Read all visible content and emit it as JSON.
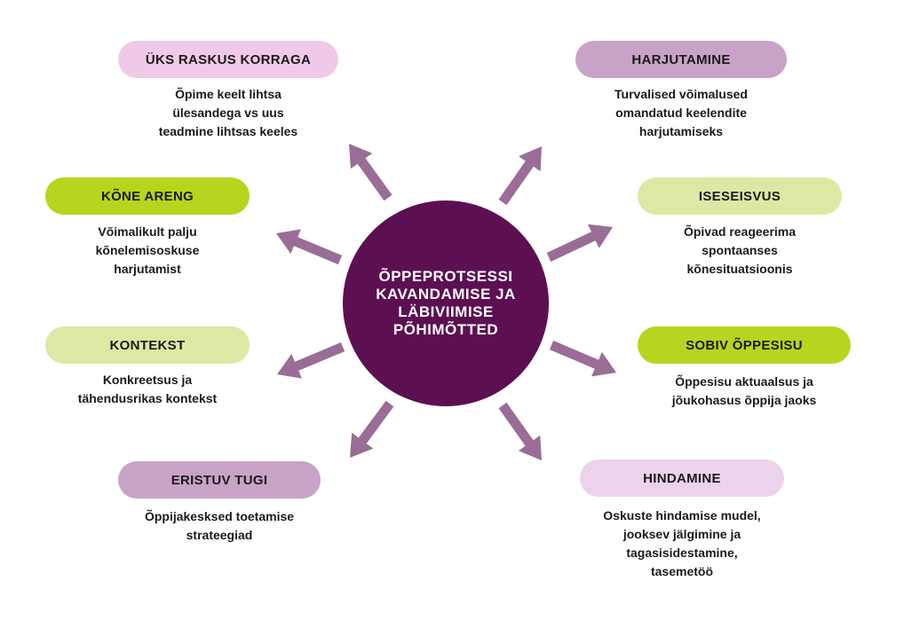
{
  "center": {
    "title": "ÕPPEPROTSESSI\nKAVANDAMISE JA\nLÄBIVIIMISE\nPÕHIMÕTTED"
  },
  "colors": {
    "center": "#5c1052",
    "arrow": "#9a6d96",
    "pink_light": "#f0c9e8",
    "mauve": "#c9a2c8",
    "lime": "#b9d41f",
    "lime_light": "#dce9a4",
    "pink_pale": "#ecd2ea"
  },
  "nodes": [
    {
      "label": "ÜKS RASKUS KORRAGA",
      "text": "Õpime keelt lihtsa\nülesandega vs uus\nteadmine lihtsas keeles"
    },
    {
      "label": "KÕNE ARENG",
      "text": "Võimalikult palju\nkõnelemisoskuse\nharjutamist"
    },
    {
      "label": "KONTEKST",
      "text": "Konkreetsus ja\ntähendusrikas kontekst"
    },
    {
      "label": "ERISTUV TUGI",
      "text": "Õppijakesksed toetamise\nstrateegiad"
    },
    {
      "label": "HARJUTAMINE",
      "text": "Turvalised võimalused\nomandatud keelendite\nharjutamiseks"
    },
    {
      "label": "ISESEISVUS",
      "text": "Õpivad reageerima\nspontaanses\nkõnesituatsioonis"
    },
    {
      "label": "SOBIV ÕPPESISU",
      "text": "Õppesisu aktuaalsus ja\njõukohasus õppija jaoks"
    },
    {
      "label": "HINDAMINE",
      "text": "Oskuste hindamise mudel,\njooksev jälgimine ja\ntagasisidestamine,\ntasemetöö"
    }
  ]
}
